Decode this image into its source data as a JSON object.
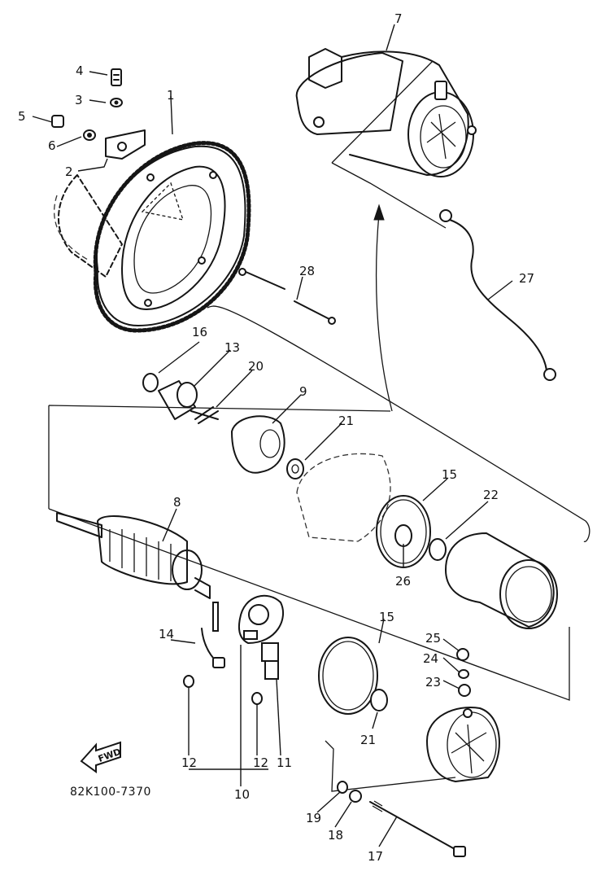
{
  "diagram": {
    "part_labels": {
      "p1": "1",
      "p2": "2",
      "p3": "3",
      "p4": "4",
      "p5": "5",
      "p6": "6",
      "p7": "7",
      "p8": "8",
      "p9": "9",
      "p10": "10",
      "p11": "11",
      "p12a": "12",
      "p12b": "12",
      "p13": "13",
      "p14": "14",
      "p15a": "15",
      "p15b": "15",
      "p16": "16",
      "p17": "17",
      "p18": "18",
      "p19": "19",
      "p20": "20",
      "p21a": "21",
      "p21b": "21",
      "p22": "22",
      "p23": "23",
      "p24": "24",
      "p25": "25",
      "p26": "26",
      "p27": "27",
      "p28": "28"
    },
    "fwd_label": "FWD",
    "drawing_code": "82K100-7370"
  }
}
